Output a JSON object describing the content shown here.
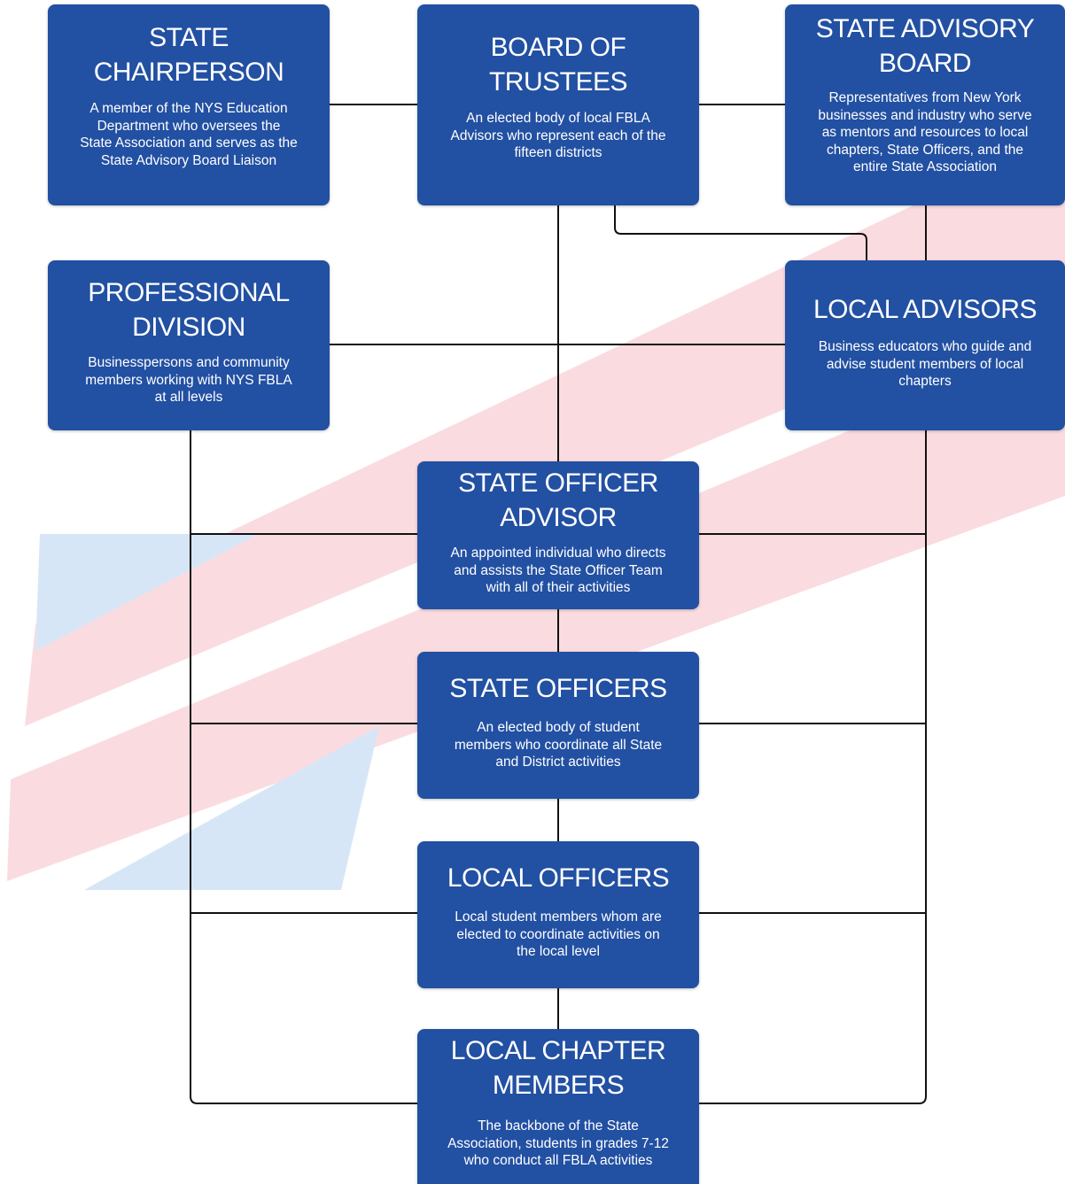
{
  "colors": {
    "box_fill": "#2250a2",
    "box_text": "#ffffff",
    "connector": "#111111",
    "stripe_red": "#f9d6da",
    "stripe_blue": "#d7e6f7"
  },
  "nodes": {
    "state_chairperson": {
      "title": "STATE\nCHAIRPERSON",
      "description": "A member of the NYS Education\nDepartment who oversees the\nState Association and serves as the\nState Advisory Board Liaison"
    },
    "board_of_trustees": {
      "title": "BOARD OF\nTRUSTEES",
      "description": "An elected body of local FBLA\nAdvisors who represent each of the\nfifteen districts"
    },
    "state_advisory_board": {
      "title": "STATE ADVISORY\nBOARD",
      "description": "Representatives from New York\nbusinesses and industry who serve\nas mentors and resources to local\nchapters, State Officers, and the\nentire State Association"
    },
    "professional_division": {
      "title": "PROFESSIONAL\nDIVISION",
      "description": "Businesspersons and community\nmembers working with NYS FBLA\nat all levels"
    },
    "local_advisors": {
      "title": "LOCAL ADVISORS",
      "description": "Business educators who guide and\nadvise student members of local\nchapters"
    },
    "state_officer_advisor": {
      "title": "STATE OFFICER\nADVISOR",
      "description": "An appointed individual who directs\nand assists the State Officer Team\nwith all of their activities"
    },
    "state_officers": {
      "title": "STATE OFFICERS",
      "description": "An elected body of student\nmembers who coordinate all State\nand District activities"
    },
    "local_officers": {
      "title": "LOCAL OFFICERS",
      "description": "Local student members whom are\nelected to coordinate activities on\nthe local level"
    },
    "local_chapter_members": {
      "title": "LOCAL CHAPTER\nMEMBERS",
      "description": "The backbone of the State\nAssociation, students in grades 7-12\nwho conduct all FBLA activities"
    }
  }
}
